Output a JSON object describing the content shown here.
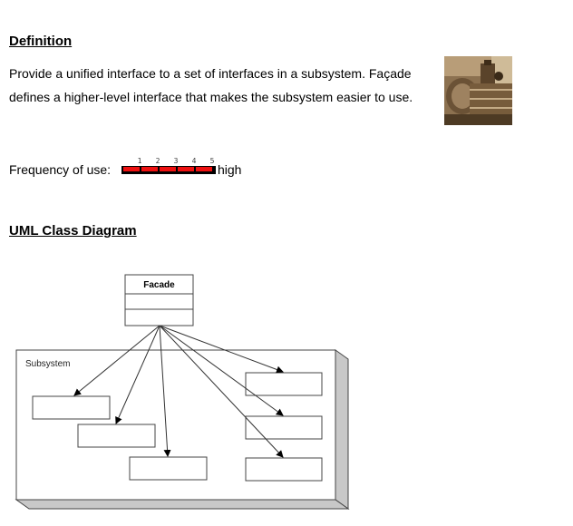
{
  "definition": {
    "heading": "Definition",
    "text": "Provide a unified interface to a set of interfaces in a subsystem. Façade defines a higher-level interface that makes the subsystem easier to use."
  },
  "image": {
    "description_icon": "photo-icon"
  },
  "frequency": {
    "label": "Frequency of use:",
    "scale_ticks": [
      "1",
      "2",
      "3",
      "4",
      "5"
    ],
    "level": 5,
    "max_level": 5,
    "level_text": "high",
    "bar_color": "#ee1111"
  },
  "uml": {
    "heading": "UML Class Diagram",
    "facade_label": "Facade",
    "subsystem_label": "Subsystem"
  }
}
